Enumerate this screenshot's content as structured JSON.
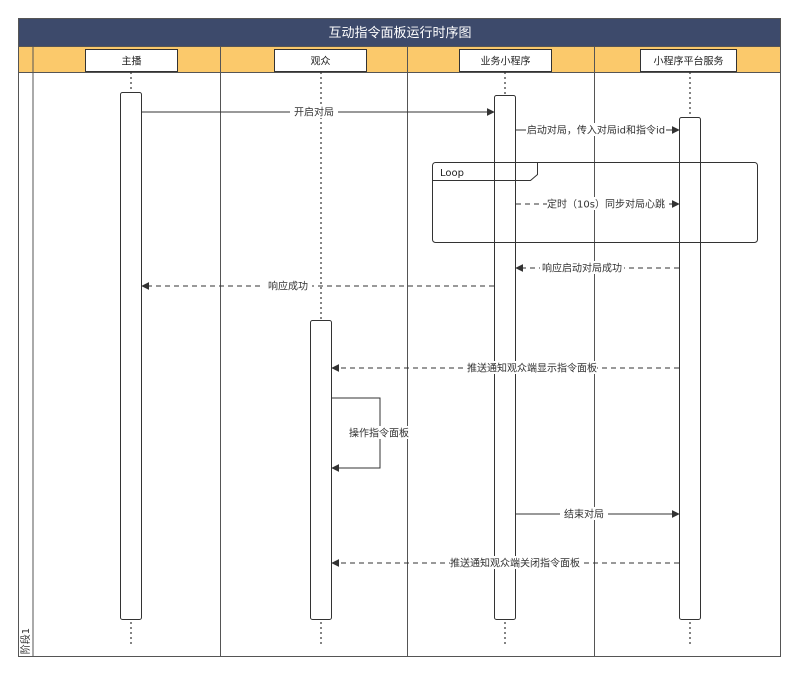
{
  "title": "互动指令面板运行时序图",
  "stage_label": "阶段1",
  "participants": [
    {
      "id": "anchor",
      "label": "主播"
    },
    {
      "id": "audience",
      "label": "观众"
    },
    {
      "id": "miniapp",
      "label": "业务小程序"
    },
    {
      "id": "platform",
      "label": "小程序平台服务"
    }
  ],
  "loop_label": "Loop",
  "messages": [
    {
      "from": "anchor",
      "to": "miniapp",
      "label": "开启对局",
      "style": "solid"
    },
    {
      "from": "miniapp",
      "to": "platform",
      "label": "启动对局，传入对局id和指令id",
      "style": "solid"
    },
    {
      "from": "miniapp",
      "to": "platform",
      "label": "定时（10s）同步对局心跳",
      "style": "dashed"
    },
    {
      "from": "platform",
      "to": "miniapp",
      "label": "响应启动对局成功",
      "style": "dashed"
    },
    {
      "from": "miniapp",
      "to": "anchor",
      "label": "响应成功",
      "style": "dashed"
    },
    {
      "from": "platform",
      "to": "audience",
      "label": "推送通知观众端显示指令面板",
      "style": "dashed"
    },
    {
      "from": "audience",
      "to": "audience",
      "label": "操作指令面板",
      "style": "solid"
    },
    {
      "from": "miniapp",
      "to": "platform",
      "label": "结束对局",
      "style": "solid"
    },
    {
      "from": "platform",
      "to": "audience",
      "label": "推送通知观众端关闭指令面板",
      "style": "dashed"
    }
  ],
  "colors": {
    "title_bar": "#3d4a6b",
    "title_text": "#ffffff",
    "header_band": "#fbc96b",
    "border": "#555555",
    "line": "#333333"
  }
}
